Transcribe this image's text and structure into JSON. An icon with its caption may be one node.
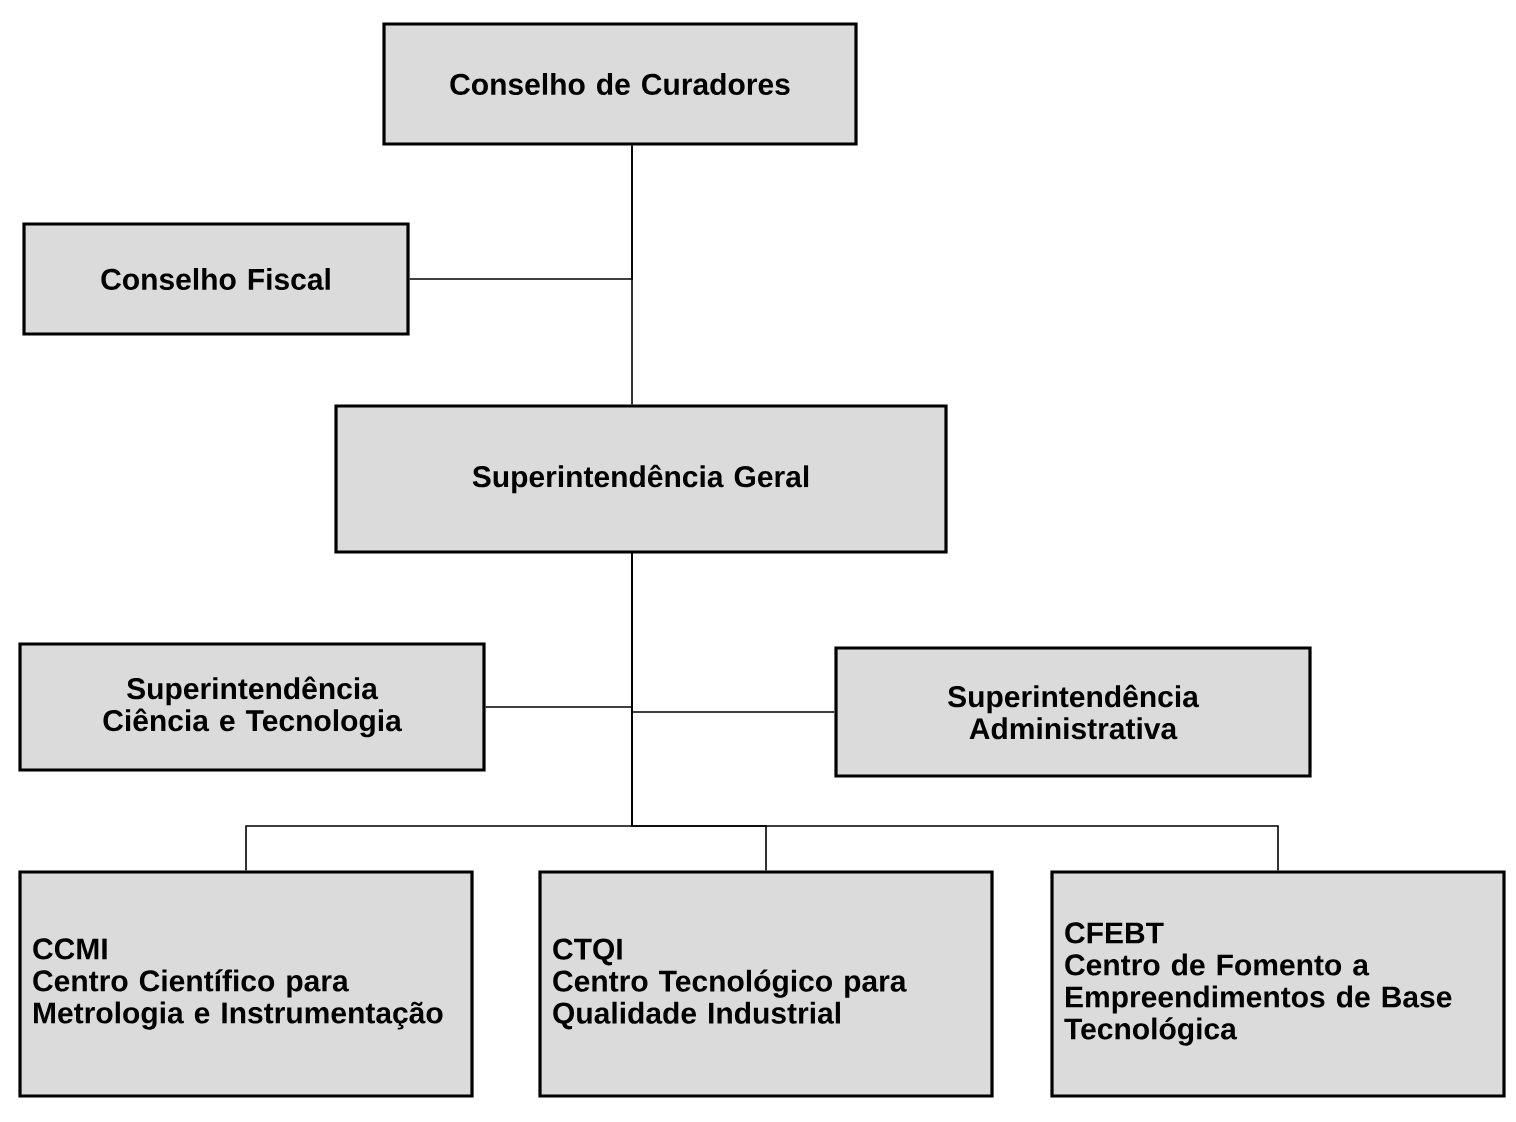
{
  "diagram": {
    "nodes": [
      {
        "text": [
          "Conselho de Curadores"
        ]
      },
      {
        "text": [
          "Conselho Fiscal"
        ]
      },
      {
        "text": [
          "Superintendência Geral"
        ]
      },
      {
        "text": [
          "Superintendência Ciência e Tecnologia"
        ]
      },
      {
        "text": [
          "Superintendência Administrativa"
        ]
      },
      {
        "text": [
          "CCMI",
          "Centro Científico para Metrologia e Instrumentação"
        ]
      },
      {
        "text": [
          "CTQI",
          "Centro Tecnológico para Qualidade Industrial"
        ]
      },
      {
        "text": [
          "CFEBT",
          "Centro de Fomento a Empreendimentos de Base Tecnológica"
        ]
      }
    ],
    "edges": [
      {
        "from": 0,
        "to": 1,
        "arrow": "none"
      },
      {
        "from": 0,
        "to": 2,
        "arrow": "none"
      },
      {
        "from": 2,
        "to": 3,
        "arrow": "none"
      },
      {
        "from": 2,
        "to": 4,
        "arrow": "none"
      },
      {
        "from": 2,
        "to": 5,
        "arrow": "none"
      },
      {
        "from": 2,
        "to": 6,
        "arrow": "none"
      },
      {
        "from": 2,
        "to": 7,
        "arrow": "none"
      }
    ]
  }
}
